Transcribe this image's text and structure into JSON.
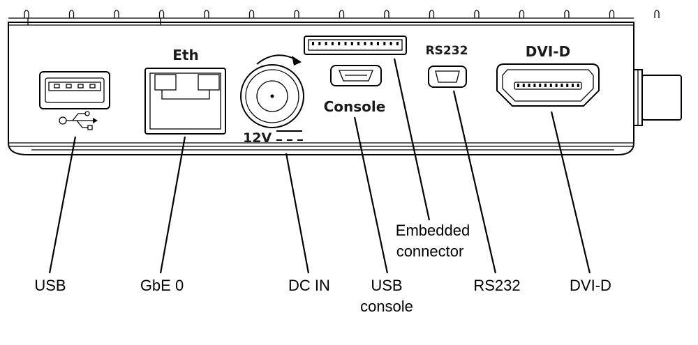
{
  "panel_labels": {
    "eth": "Eth",
    "volt": "12V",
    "console": "Console",
    "rs232": "RS232",
    "dvi": "DVI-D"
  },
  "callouts": {
    "usb": [
      "USB"
    ],
    "gbe": [
      "GbE 0"
    ],
    "dcin": [
      "DC IN"
    ],
    "usb_console": [
      "USB",
      "console"
    ],
    "embedded": [
      "Embedded",
      "connector"
    ],
    "rs232": [
      "RS232"
    ],
    "dvi": [
      "DVI-D"
    ]
  },
  "icons": {
    "usb_symbol": "usb-trident-icon",
    "rotate_arrow": "rotate-arrow-icon",
    "dc_symbol": "dc-symbol-icon"
  }
}
